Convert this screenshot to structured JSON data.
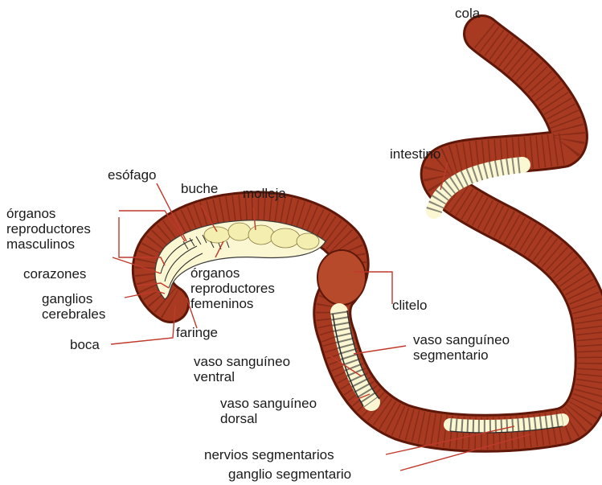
{
  "labels": {
    "cola": "cola",
    "intestino": "intestino",
    "esofago": "esófago",
    "buche": "buche",
    "molleja": "molleja",
    "organos_masc": [
      "órganos",
      "reproductores",
      "masculinos"
    ],
    "corazones": "corazones",
    "ganglios": [
      "ganglios",
      "cerebrales"
    ],
    "boca": "boca",
    "faringe": "faringe",
    "organos_fem": [
      "órganos",
      "reproductores",
      "femeninos"
    ],
    "clitelo": "clitelo",
    "vaso_segmentario": [
      "vaso sanguíneo",
      "segmentario"
    ],
    "vaso_ventral": [
      "vaso sanguíneo",
      "ventral"
    ],
    "vaso_dorsal": [
      "vaso sanguíneo",
      "dorsal"
    ],
    "nervios": "nervios segmentarios",
    "ganglio_seg": "ganglio segmentario"
  },
  "colors": {
    "body": "#a83a22",
    "body_dark": "#5e1708",
    "interior": "#fbf7d2",
    "leader": "#c0392b"
  }
}
